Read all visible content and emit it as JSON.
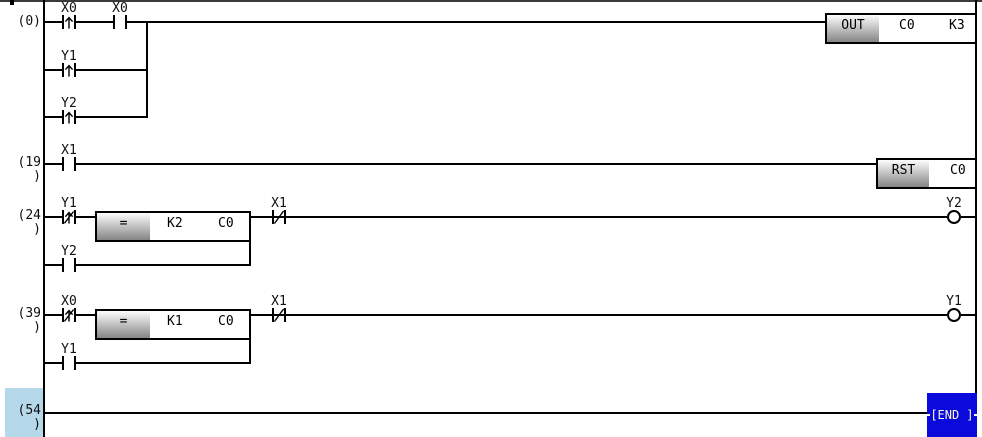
{
  "colors": {
    "end_block_background": "#0a0adc",
    "end_block_text": "#fbfbdc",
    "selection_highlight": "#b5d9eb",
    "wire": "#000000",
    "block_gradient_top": "#fdfdfd",
    "block_gradient_bottom": "#858585"
  },
  "icons": {
    "rising_edge_contact": "|up-arrow|",
    "falling_edge_contact": "|crossed-up-arrow|",
    "nc_contact": "|/|",
    "no_contact": "| |",
    "output_coil": "( )"
  },
  "rungs": {
    "rung0": {
      "step_label": "(0)",
      "contact_a": "X0",
      "contact_b": "X0",
      "branch_contact_1": "Y1",
      "branch_contact_2": "Y2",
      "out_block": {
        "instruction": "OUT",
        "device": "C0",
        "value": "K3"
      }
    },
    "rung19": {
      "step_label_line1": "(19",
      "step_label_line2": ")",
      "contact_a": "X1",
      "rst_block": {
        "instruction": "RST",
        "device": "C0"
      }
    },
    "rung24": {
      "step_label_line1": "(24",
      "step_label_line2": ")",
      "contact_a": "Y1",
      "compare_block": {
        "instruction": "=",
        "operand1": "K2",
        "operand2": "C0"
      },
      "contact_b": "X1",
      "branch_contact": "Y2",
      "coil": "Y2"
    },
    "rung39": {
      "step_label_line1": "(39",
      "step_label_line2": ")",
      "contact_a": "X0",
      "compare_block": {
        "instruction": "=",
        "operand1": "K1",
        "operand2": "C0"
      },
      "contact_b": "X1",
      "branch_contact": "Y1",
      "coil": "Y1"
    },
    "rung54": {
      "step_label_line1": "(54",
      "step_label_line2": ")",
      "end_block_label": "[END ]"
    }
  }
}
